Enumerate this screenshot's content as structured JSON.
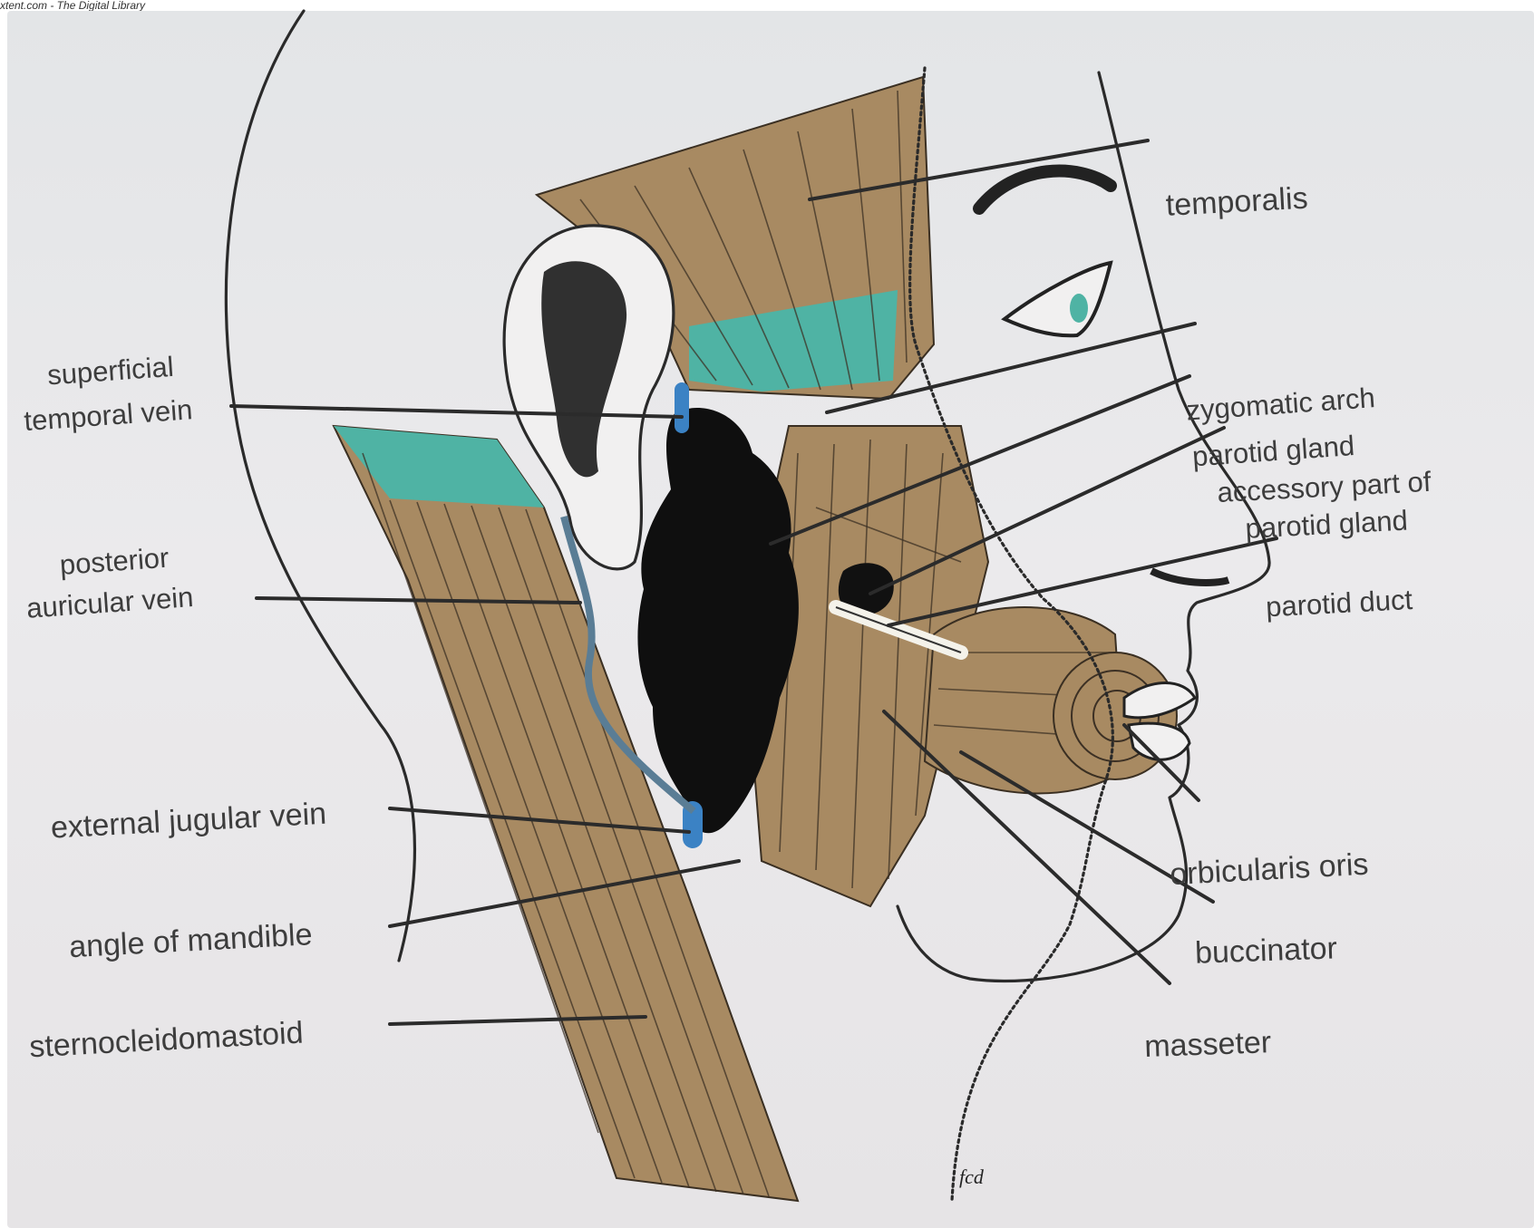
{
  "watermark": "xtent.com - The Digital Library",
  "labels": {
    "temporalis": "temporalis",
    "zygomatic_arch": "zygomatic arch",
    "parotid_gland": "parotid gland",
    "accessory_part_line1": "accessory part of",
    "accessory_part_line2": "parotid gland",
    "parotid_duct": "parotid duct",
    "orbicularis_oris": "orbicularis oris",
    "buccinator": "buccinator",
    "masseter": "masseter",
    "superficial_temporal_vein_line1": "superficial",
    "superficial_temporal_vein_line2": "temporal vein",
    "posterior_auricular_vein_line1": "posterior",
    "posterior_auricular_vein_line2": "auricular vein",
    "external_jugular_vein": "external jugular vein",
    "angle_of_mandible": "angle of mandible",
    "sternocleidomastoid": "sternocleidomastoid"
  },
  "signature": "fcd",
  "colors": {
    "muscle": "#a88a62",
    "teal": "#4fb3a4",
    "vein": "#3b82c4",
    "gland": "#0f0f0f",
    "background": "#e7e7e9"
  }
}
